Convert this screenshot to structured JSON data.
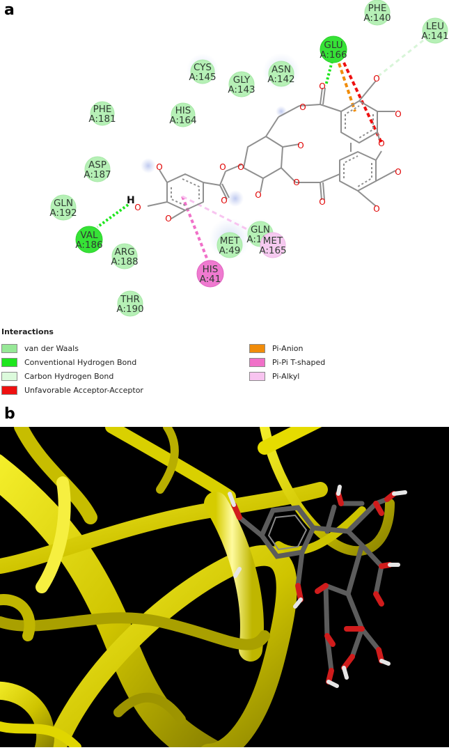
{
  "panel_a": {
    "label": "a",
    "residues": [
      {
        "id": "phe140",
        "name": "PHE",
        "num": "A:140",
        "type": "vdw"
      },
      {
        "id": "leu141",
        "name": "LEU",
        "num": "A:141",
        "type": "vdw"
      },
      {
        "id": "glu166",
        "name": "GLU",
        "num": "A:166",
        "type": "hbond"
      },
      {
        "id": "cys145",
        "name": "CYS",
        "num": "A:145",
        "type": "vdw"
      },
      {
        "id": "gly143",
        "name": "GLY",
        "num": "A:143",
        "type": "vdw"
      },
      {
        "id": "asn142",
        "name": "ASN",
        "num": "A:142",
        "type": "vdw"
      },
      {
        "id": "phe181",
        "name": "PHE",
        "num": "A:181",
        "type": "vdw"
      },
      {
        "id": "his164",
        "name": "HIS",
        "num": "A:164",
        "type": "vdw"
      },
      {
        "id": "asp187",
        "name": "ASP",
        "num": "A:187",
        "type": "vdw"
      },
      {
        "id": "gln192",
        "name": "GLN",
        "num": "A:192",
        "type": "vdw"
      },
      {
        "id": "val186",
        "name": "VAL",
        "num": "A:186",
        "type": "hbond"
      },
      {
        "id": "arg188",
        "name": "ARG",
        "num": "A:188",
        "type": "vdw"
      },
      {
        "id": "thr190",
        "name": "THR",
        "num": "A:190",
        "type": "vdw"
      },
      {
        "id": "met49",
        "name": "MET",
        "num": "A:49",
        "type": "vdw"
      },
      {
        "id": "gln189",
        "name": "GLN",
        "num": "A:189",
        "type": "vdw"
      },
      {
        "id": "met165",
        "name": "MET",
        "num": "A:165",
        "type": "pialkyl"
      },
      {
        "id": "his41",
        "name": "HIS",
        "num": "A:41",
        "type": "pipi"
      }
    ],
    "atom_labels": {
      "oxygen": "O",
      "hydrogen": "H"
    },
    "legend": {
      "title": "Interactions",
      "items": [
        {
          "label": "van der Waals",
          "color": "#97e897"
        },
        {
          "label": "Conventional Hydrogen Bond",
          "color": "#1ee61e"
        },
        {
          "label": "Carbon Hydrogen Bond",
          "color": "#dcfadc"
        },
        {
          "label": "Unfavorable Acceptor-Acceptor",
          "color": "#ee1010"
        },
        {
          "label": "Pi-Anion",
          "color": "#f08c0a"
        },
        {
          "label": "Pi-Pi T-shaped",
          "color": "#f070c8"
        },
        {
          "label": "Pi-Alkyl",
          "color": "#f8c4f0"
        }
      ]
    }
  },
  "panel_b": {
    "label": "b",
    "colors": {
      "background": "#000000",
      "ribbon": "#e6e000",
      "carbon": "#5c5c5c",
      "oxygen": "#d01c1c",
      "hydrogen": "#e6e6e6"
    }
  }
}
